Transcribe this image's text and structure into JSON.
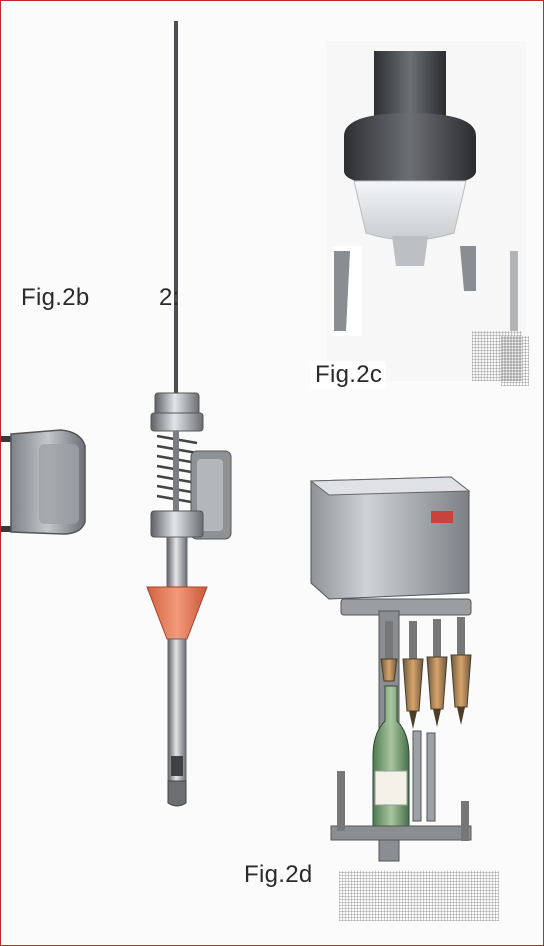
{
  "figures": {
    "fig2b": {
      "caption": "Fig.2b",
      "callout": "2:"
    },
    "fig2c": {
      "caption": "Fig.2c"
    },
    "fig2d": {
      "caption": "Fig.2d"
    }
  },
  "colors": {
    "border": "#c0272d",
    "cone": "#e6795a",
    "metal": "#8c8f94"
  }
}
